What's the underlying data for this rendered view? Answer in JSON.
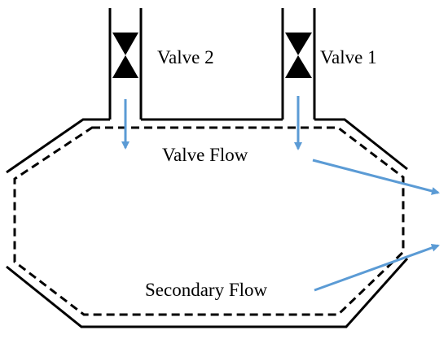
{
  "labels": {
    "valve_2": "Valve 2",
    "valve_1": "Valve 1",
    "valve_flow": "Valve Flow",
    "secondary_flow": "Secondary Flow"
  },
  "colors": {
    "outline": "#000000",
    "arrow": "#5b9bd5",
    "background": "#ffffff"
  },
  "icons": {
    "valve": "bowtie-valve-icon",
    "flow_arrow": "arrow-icon"
  }
}
